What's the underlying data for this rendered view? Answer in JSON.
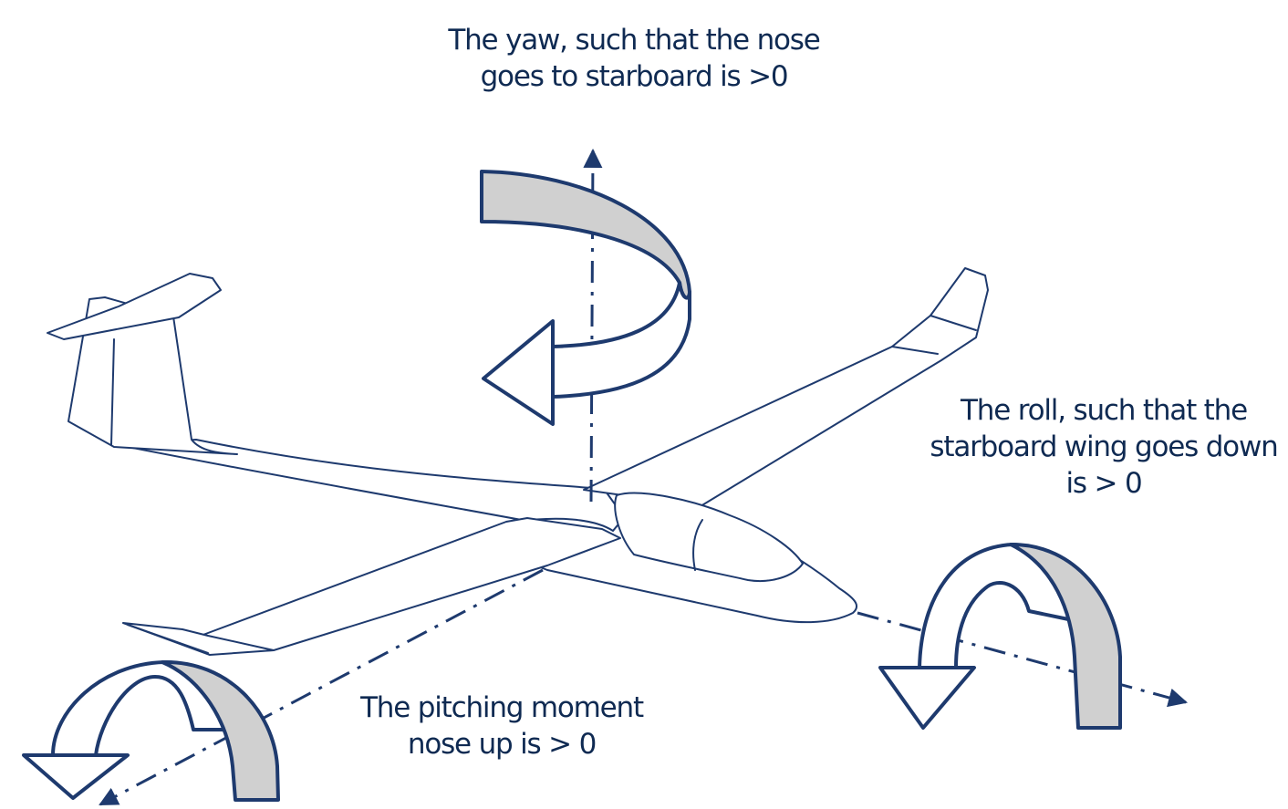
{
  "colors": {
    "stroke": "#1e3a6e",
    "band_fill": "#d0d0d0",
    "text": "#0f2a52"
  },
  "labels": {
    "yaw": {
      "line1": "The yaw, such that the nose",
      "line2": "goes to starboard is >0"
    },
    "roll": {
      "line1": "The roll, such that the",
      "line2": "starboard wing goes down",
      "line3": "is > 0"
    },
    "pitch": {
      "line1": "The pitching moment",
      "line2": "nose up is > 0"
    }
  }
}
